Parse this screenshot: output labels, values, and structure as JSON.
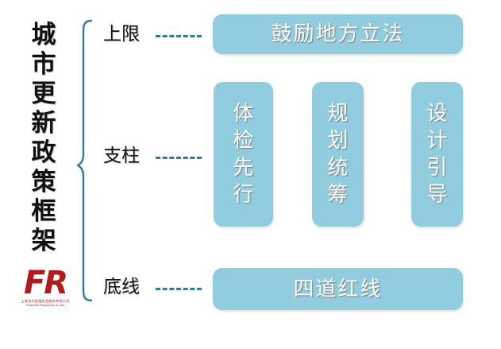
{
  "diagram": {
    "title_vertical": "城市更新政策框架",
    "title_chars": [
      "城",
      "市",
      "更",
      "新",
      "政",
      "策",
      "框",
      "架"
    ],
    "colors": {
      "box_fill": "#91ccdf",
      "brace_line": "#2f7d9d",
      "dash_line": "#2f7d9d",
      "logo_red": "#b01b1b",
      "title_text": "#111111",
      "box_text": "#ffffff",
      "background": "#ffffff"
    },
    "tiers": [
      {
        "label": "上限",
        "name": "upper-limit"
      },
      {
        "label": "支柱",
        "name": "pillars"
      },
      {
        "label": "底线",
        "name": "bottom-line"
      }
    ],
    "top_box": {
      "text": "鼓励地方立法"
    },
    "pillars": [
      {
        "text": "体检先行",
        "chars": [
          "体",
          "检",
          "先",
          "行"
        ]
      },
      {
        "text": "规划统筹",
        "chars": [
          "规",
          "划",
          "统",
          "筹"
        ]
      },
      {
        "text": "设计引导",
        "chars": [
          "设",
          "计",
          "引",
          "导"
        ]
      }
    ],
    "bottom_box": {
      "text": "四道红线"
    },
    "logo": {
      "mark": "FR",
      "subtitle_cn": "上海法同金融信息服务有限公司",
      "subtitle_en": "Financial Regulation & Law"
    }
  }
}
